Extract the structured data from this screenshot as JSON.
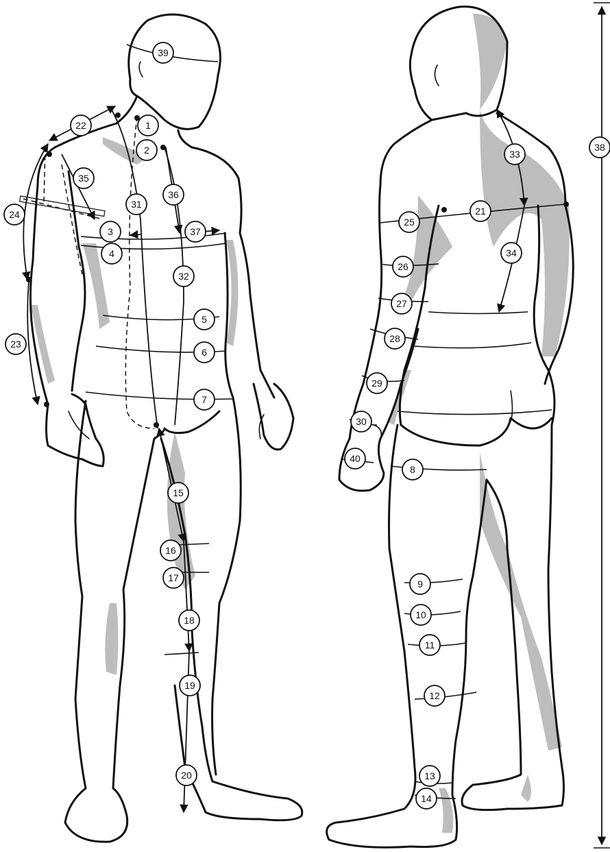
{
  "diagram": {
    "figures": [
      "front-view",
      "back-view"
    ],
    "colors": {
      "ink": "#111111",
      "shading": "#bdbdbd",
      "background": "#ffffff"
    },
    "markers": [
      "1",
      "2",
      "3",
      "4",
      "5",
      "6",
      "7",
      "8",
      "9",
      "10",
      "11",
      "12",
      "13",
      "14",
      "15",
      "16",
      "17",
      "18",
      "19",
      "20",
      "21",
      "22",
      "23",
      "24",
      "25",
      "26",
      "27",
      "28",
      "29",
      "30",
      "31",
      "32",
      "33",
      "34",
      "35",
      "36",
      "37",
      "38",
      "39",
      "40"
    ]
  }
}
